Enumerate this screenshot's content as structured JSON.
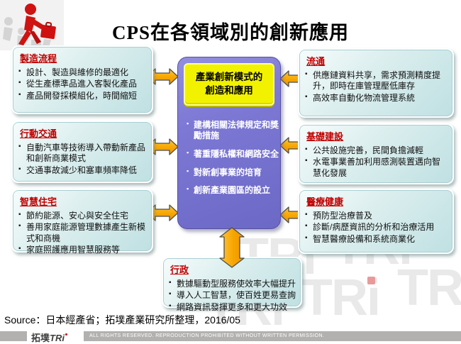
{
  "title": "CPS在各領域別的創新應用",
  "left_boxes": [
    {
      "title": "製造流程",
      "bullets": [
        "設計、製造與維修的最適化",
        "從生產標準品進入客製化產品",
        "產品開發採模組化，時間縮短"
      ]
    },
    {
      "title": "行動交通",
      "bullets": [
        "自動汽車等技術導入帶動新產品和創新商業模式",
        "交通事故減少和塞車頻率降低"
      ]
    },
    {
      "title": "智慧住宅",
      "bullets": [
        "節約能源、安心與安全住宅",
        "善用家庭能源管理數據產生新模式和商機",
        "家庭照護應用智慧服務等"
      ]
    }
  ],
  "right_boxes": [
    {
      "title": "流通",
      "bullets": [
        "供應鏈資料共享，需求預測精度提升，即時在庫管理壓低庫存",
        "高效率自動化物流管理系統"
      ]
    },
    {
      "title": "基礎建設",
      "bullets": [
        "公共設施完善，民間負擔減輕",
        "水電事業善加利用感測裝置邁向智慧化發展"
      ]
    },
    {
      "title": "醫療健康",
      "bullets": [
        "預防型治療普及",
        "診斷/病歷資訊的分析和治療活用",
        "智慧醫療設備和系統商業化"
      ]
    }
  ],
  "center_box": {
    "header_line1": "產業創新模式的",
    "header_line2": "創造和應用",
    "bullets": [
      "建構相關法律規定和獎勵措施",
      "著重隱私權和網路安全",
      "對新創事業的培育",
      "創新產業園區的設立"
    ]
  },
  "bottom_box": {
    "title": "行政",
    "bullets": [
      "數據驅動型服務使效率大幅提升",
      "導入人工智慧，使百姓更易查詢",
      "網路資訊發揮更多和更大功效"
    ]
  },
  "source_note": "Source：日本經產省；拓墣產業研究所整理，2016/05",
  "footer": {
    "logo_cn": "拓墣",
    "logo_en": "TRi",
    "rights_text": "ALL RIGHTS RESERVED. REPRODUCTION PROHIBITED WITHOUT WRITTEN PERMISSION."
  },
  "watermark_text": "TRi",
  "colors": {
    "panel_teal": "#bfe0e2",
    "heading_red": "#c00000",
    "center_purple": "#7a76d2",
    "center_yellow": "#f2f200",
    "arrow_orange": "#f7a600",
    "footer_gray": "#b2b1b0"
  }
}
